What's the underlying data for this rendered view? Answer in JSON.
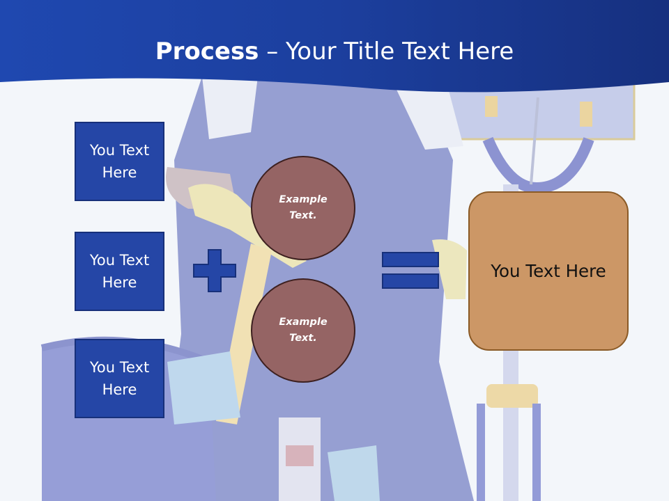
{
  "slide": {
    "title_bold": "Process",
    "title_rest": " – Your Title Text Here"
  },
  "left_boxes": [
    {
      "label": "You Text Here"
    },
    {
      "label": "You Text Here"
    },
    {
      "label": "You Text Here"
    }
  ],
  "circles": [
    {
      "label": "Example Text."
    },
    {
      "label": "Example Text."
    }
  ],
  "operators": {
    "plus_icon": "plus-icon",
    "equals_icon": "equals-icon"
  },
  "result_box": {
    "label": "You Text Here"
  },
  "colors": {
    "header_blue": "#1f45a8",
    "box_blue": "#2546a6",
    "circle_brown": "#956464",
    "result_tan": "#cc9766"
  }
}
